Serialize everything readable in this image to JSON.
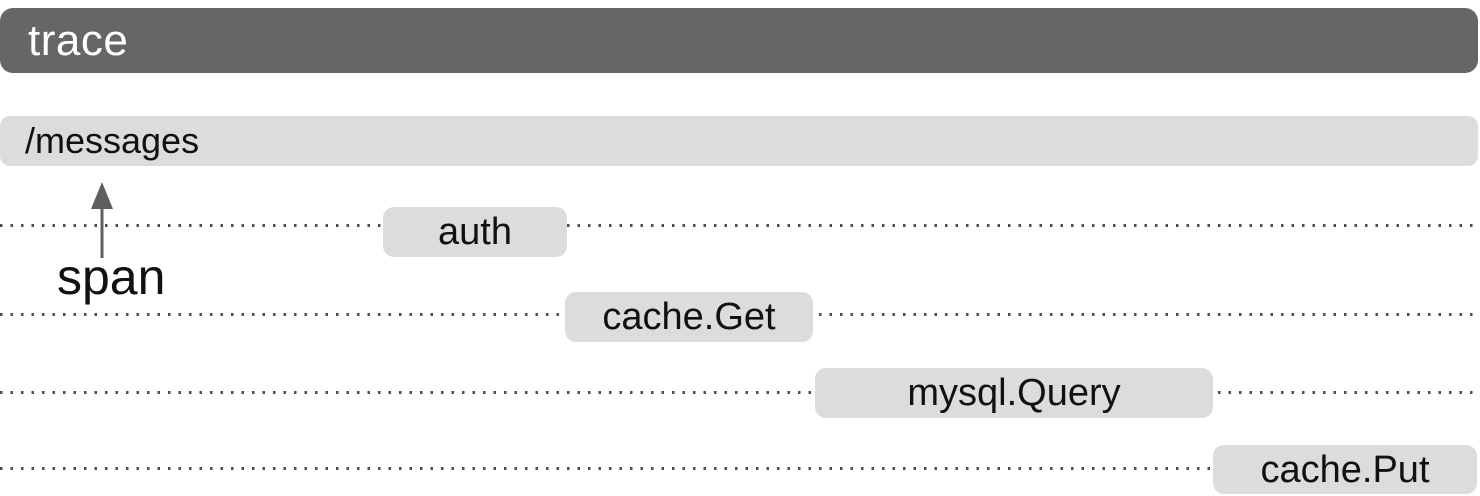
{
  "header": {
    "label": "trace"
  },
  "root_span": {
    "label": "/messages"
  },
  "annotation": {
    "label": "span",
    "icon": "arrow-up-icon"
  },
  "spans": [
    {
      "label": "auth"
    },
    {
      "label": "cache.Get"
    },
    {
      "label": "mysql.Query"
    },
    {
      "label": "cache.Put"
    }
  ],
  "colors": {
    "trace_bar": "#666666",
    "trace_text": "#ffffff",
    "span_fill": "#dcdcdc",
    "span_text": "#111111",
    "dotted_line": "#4d4d4d",
    "arrow": "#5f5f5f",
    "background": "#ffffff"
  }
}
